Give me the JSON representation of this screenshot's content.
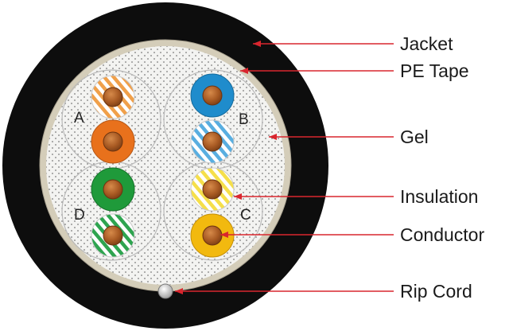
{
  "callouts": {
    "jacket": "Jacket",
    "pe_tape": "PE Tape",
    "gel": "Gel",
    "insulation": "Insulation",
    "conductor": "Conductor",
    "rip_cord": "Rip Cord"
  },
  "pairs": {
    "a": "A",
    "b": "B",
    "c": "C",
    "d": "D"
  },
  "colors": {
    "jacket": "#0d0d0d",
    "pe_tape": "#cfc8b4",
    "gel": "#f1f1ef",
    "leader": "#d9262e",
    "copper": "#b5651d",
    "orange": "#e8711c",
    "blue": "#1f8ccc",
    "yellow": "#f2d21b",
    "green": "#1f9a3a"
  }
}
